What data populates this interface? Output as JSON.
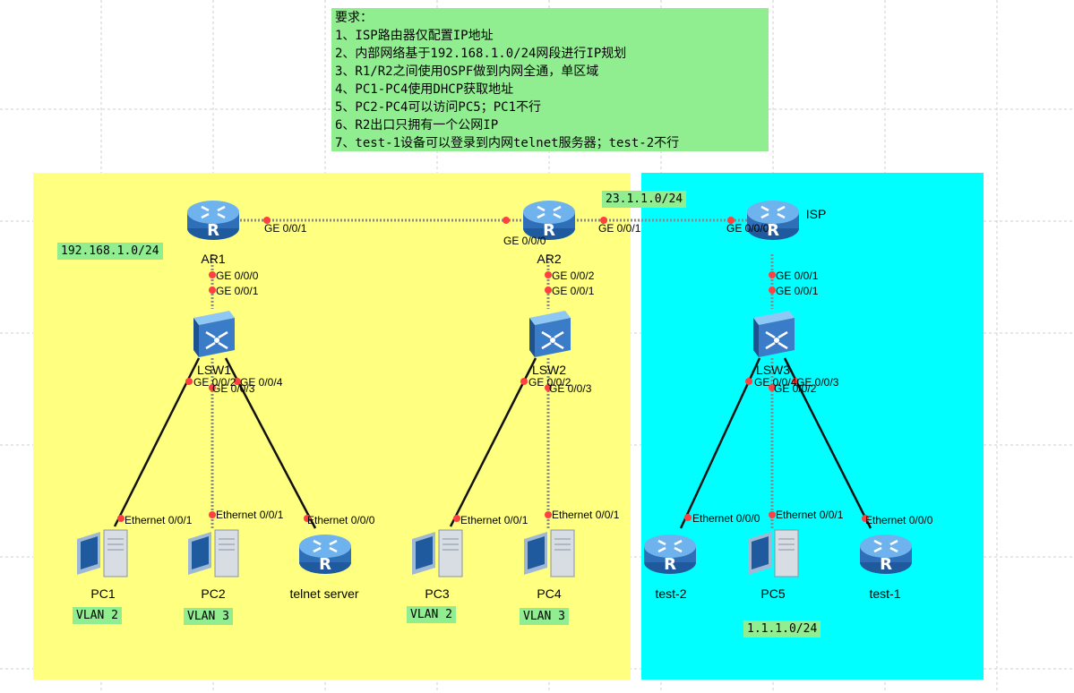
{
  "requirements": {
    "title": "要求：",
    "items": [
      "1、ISP路由器仅配置IP地址",
      "2、内部网络基于192.168.1.0/24网段进行IP规划",
      "3、R1/R2之间使用OSPF做到内网全通，单区域",
      "4、PC1-PC4使用DHCP获取地址",
      "5、PC2-PC4可以访问PC5；PC1不行",
      "6、R2出口只拥有一个公网IP",
      "7、test-1设备可以登录到内网telnet服务器；test-2不行"
    ]
  },
  "subnets": {
    "inner": "192.168.1.0/24",
    "wan": "23.1.1.0/24",
    "isp_lan": "1.1.1.0/24"
  },
  "devices": {
    "ar1": "AR1",
    "ar2": "AR2",
    "isp": "ISP",
    "lsw1": "LSW1",
    "lsw2": "LSW2",
    "lsw3": "LSW3",
    "pc1": "PC1",
    "pc2": "PC2",
    "pc3": "PC3",
    "pc4": "PC4",
    "pc5": "PC5",
    "telnet": "telnet server",
    "test2": "test-2",
    "test1": "test-1"
  },
  "vlans": {
    "pc1": "VLAN 2",
    "pc2": "VLAN 3",
    "pc3": "VLAN 2",
    "pc4": "VLAN 3"
  },
  "ports": {
    "ar1_ge001": "GE 0/0/1",
    "ar2_ge000": "GE 0/0/0",
    "ar2_ge001": "GE 0/0/1",
    "isp_ge000": "GE 0/0/0",
    "ar1_ge000": "GE 0/0/0",
    "lsw1_up": "GE 0/0/1",
    "ar2_ge002": "GE 0/0/2",
    "lsw2_up": "GE 0/0/1",
    "isp_ge001": "GE 0/0/1",
    "lsw3_up": "GE 0/0/1",
    "lsw1_p2": "GE 0/0/2",
    "lsw1_p3": "GE 0/0/3",
    "lsw1_p4": "GE 0/0/4",
    "lsw2_p2": "GE 0/0/2",
    "lsw2_p3": "GE 0/0/3",
    "lsw3_p2": "GE 0/0/2",
    "lsw3_p3": "GE 0/0/3",
    "lsw3_p4": "GE 0/0/4",
    "pc1_eth": "Ethernet 0/0/1",
    "pc2_eth": "Ethernet 0/0/1",
    "telnet_eth": "Ethernet 0/0/0",
    "pc3_eth": "Ethernet 0/0/1",
    "pc4_eth": "Ethernet 0/0/1",
    "test2_eth": "Ethernet 0/0/0",
    "pc5_eth": "Ethernet 0/0/1",
    "test1_eth": "Ethernet 0/0/0"
  },
  "colors": {
    "zone_internal": "#ffff80",
    "zone_isp": "#00ffff",
    "note_bg": "#90ee90",
    "port_dot": "#ff4040",
    "router_blue": "#2f6fb8",
    "link": "#111111"
  }
}
